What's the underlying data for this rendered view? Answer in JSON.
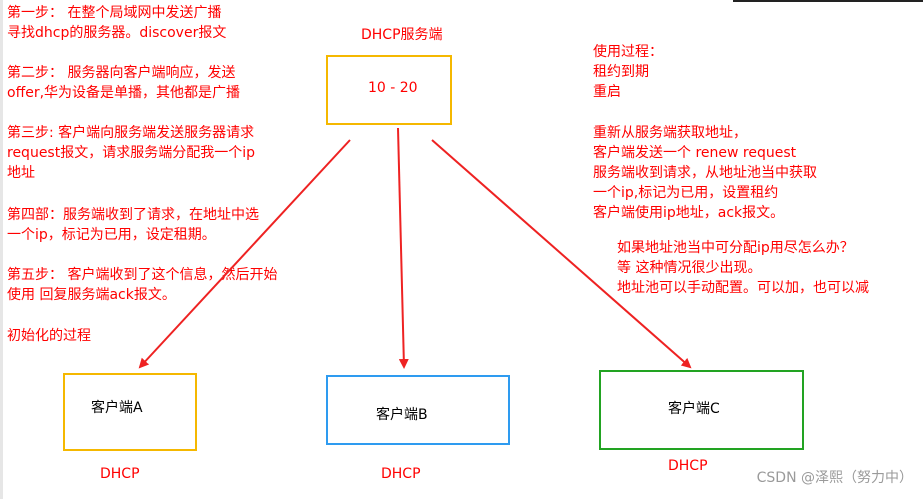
{
  "notes_left": [
    {
      "id": "step1",
      "text": "第一步： 在整个局域网中发送广播\n寻找dhcp的服务器。discover报文"
    },
    {
      "id": "step2",
      "text": "第二步： 服务器向客户端响应，发送\noffer,华为设备是单播，其他都是广播"
    },
    {
      "id": "step3",
      "text": "第三步: 客户端向服务端发送服务器请求\nrequest报文，请求服务端分配我一个ip\n地址"
    },
    {
      "id": "step4",
      "text": "第四部：服务端收到了请求，在地址中选\n一个ip，标记为已用，设定租期。"
    },
    {
      "id": "step5",
      "text": "第五步： 客户端收到了这个信息，然后开始\n使用 回复服务端ack报文。"
    },
    {
      "id": "init",
      "text": "初始化的过程"
    }
  ],
  "server": {
    "title": "DHCP服务端",
    "range": "10 - 20"
  },
  "notes_right": [
    {
      "id": "usage",
      "text": "使用过程：\n租约到期\n重启"
    },
    {
      "id": "renew",
      "text": "重新从服务端获取地址，\n客户端发送一个 renew request\n服务端收到请求，从地址池当中获取\n一个ip,标记为已用，设置租约\n客户端使用ip地址，ack报文。"
    },
    {
      "id": "pool",
      "text": "如果地址池当中可分配ip用尽怎么办？\n等 这种情况很少出现。\n地址池可以手动配置。可以加，也可以减"
    }
  ],
  "clients": [
    {
      "id": "a",
      "label": "客户端A",
      "caption": "DHCP",
      "color": "#f5b800"
    },
    {
      "id": "b",
      "label": "客户端B",
      "caption": "DHCP",
      "color": "#2e9bf0"
    },
    {
      "id": "c",
      "label": "客户端C",
      "caption": "DHCP",
      "color": "#22a322"
    }
  ],
  "colors": {
    "note": "#ff0000",
    "server_border": "#f5b800",
    "arrow": "#ee2222"
  },
  "watermark": "CSDN @泽熙（努力中）"
}
